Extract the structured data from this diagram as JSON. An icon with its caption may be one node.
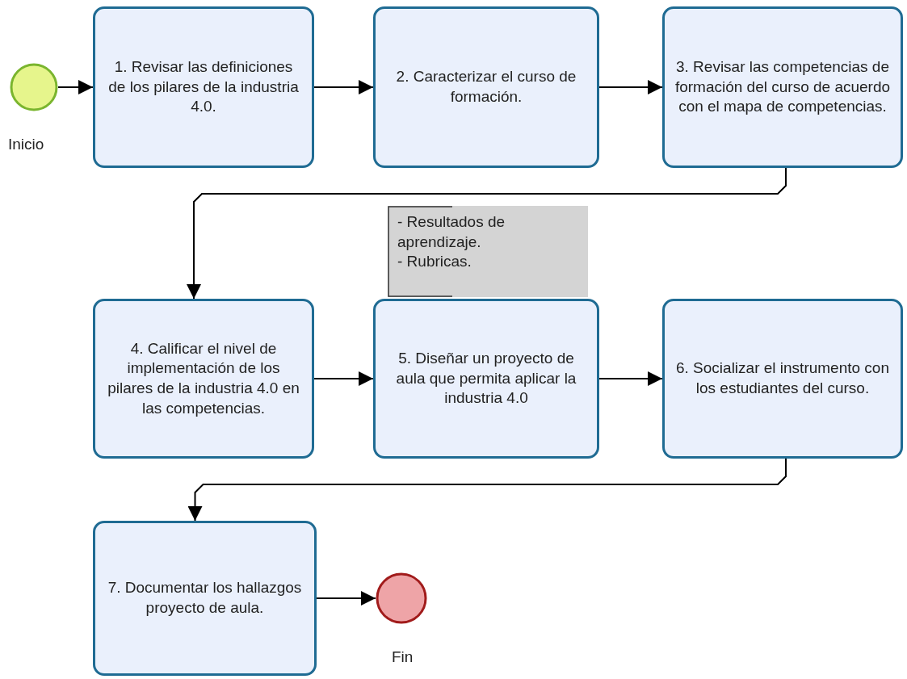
{
  "diagram": {
    "nodes": [
      {
        "text": [],
        "shape": "circle",
        "beside": [
          "Inicio"
        ]
      },
      {
        "text": [
          "1. Revisar las definiciones de los pilares de la industria 4.0."
        ]
      },
      {
        "text": [
          "2. Caracterizar el curso de formación."
        ]
      },
      {
        "text": [
          "3. Revisar las competencias de formación del curso de acuerdo con el mapa de competencias."
        ]
      },
      {
        "text": [
          "- Resultados de aprendizaje.",
          "- Rubricas."
        ]
      },
      {
        "text": [
          "4. Calificar el nivel de implementación de los pilares de la industria 4.0 en las competencias."
        ]
      },
      {
        "text": [
          "5. Diseñar un proyecto de aula que permita aplicar la industria 4.0"
        ]
      },
      {
        "text": [
          "6. Socializar el instrumento con los estudiantes del curso."
        ]
      },
      {
        "text": [
          "7. Documentar los hallazgos proyecto de aula."
        ]
      },
      {
        "text": [],
        "shape": "circle",
        "beside": [
          "Fin"
        ]
      }
    ],
    "edges": [
      {
        "from": 0,
        "to": 1,
        "arrow": "to"
      },
      {
        "from": 1,
        "to": 2,
        "arrow": "to"
      },
      {
        "from": 2,
        "to": 3,
        "arrow": "to"
      },
      {
        "from": 3,
        "to": 5,
        "arrow": "to"
      },
      {
        "from": 5,
        "to": 6,
        "arrow": "to"
      },
      {
        "from": 6,
        "to": 7,
        "arrow": "to"
      },
      {
        "from": 7,
        "to": 8,
        "arrow": "to"
      },
      {
        "from": 8,
        "to": 9,
        "arrow": "to"
      }
    ]
  }
}
